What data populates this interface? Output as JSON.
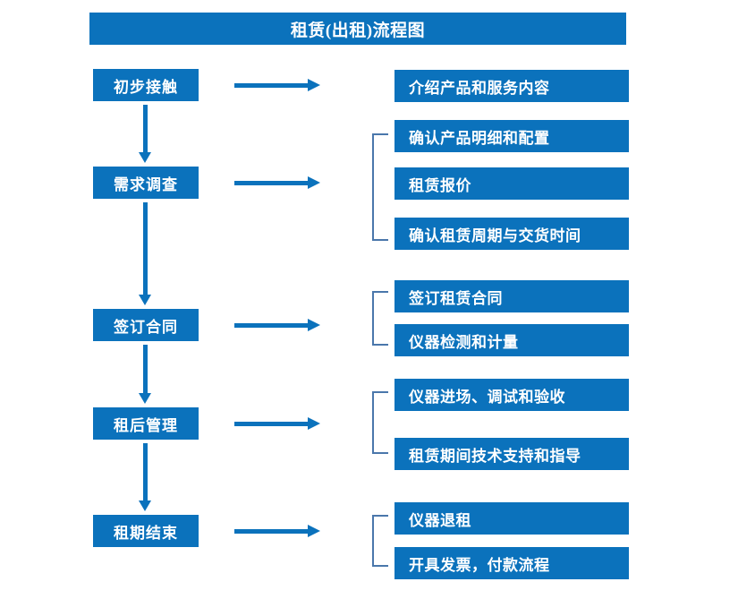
{
  "title": "租赁(出租)流程图",
  "colors": {
    "box_blue": "#0b72bc",
    "bracket_blue": "#4a77ab",
    "text_white": "#ffffff",
    "background": "#ffffff"
  },
  "stages": [
    {
      "label": "初步接触"
    },
    {
      "label": "需求调查"
    },
    {
      "label": "签订合同"
    },
    {
      "label": "租后管理"
    },
    {
      "label": "租期结束"
    }
  ],
  "details": [
    {
      "label": "介绍产品和服务内容"
    },
    {
      "label": "确认产品明细和配置"
    },
    {
      "label": "租赁报价"
    },
    {
      "label": "确认租赁周期与交货时间"
    },
    {
      "label": "签订租赁合同"
    },
    {
      "label": "仪器检测和计量"
    },
    {
      "label": "仪器进场、调试和验收"
    },
    {
      "label": "租赁期间技术支持和指导"
    },
    {
      "label": "仪器退租"
    },
    {
      "label": "开具发票，付款流程"
    }
  ]
}
